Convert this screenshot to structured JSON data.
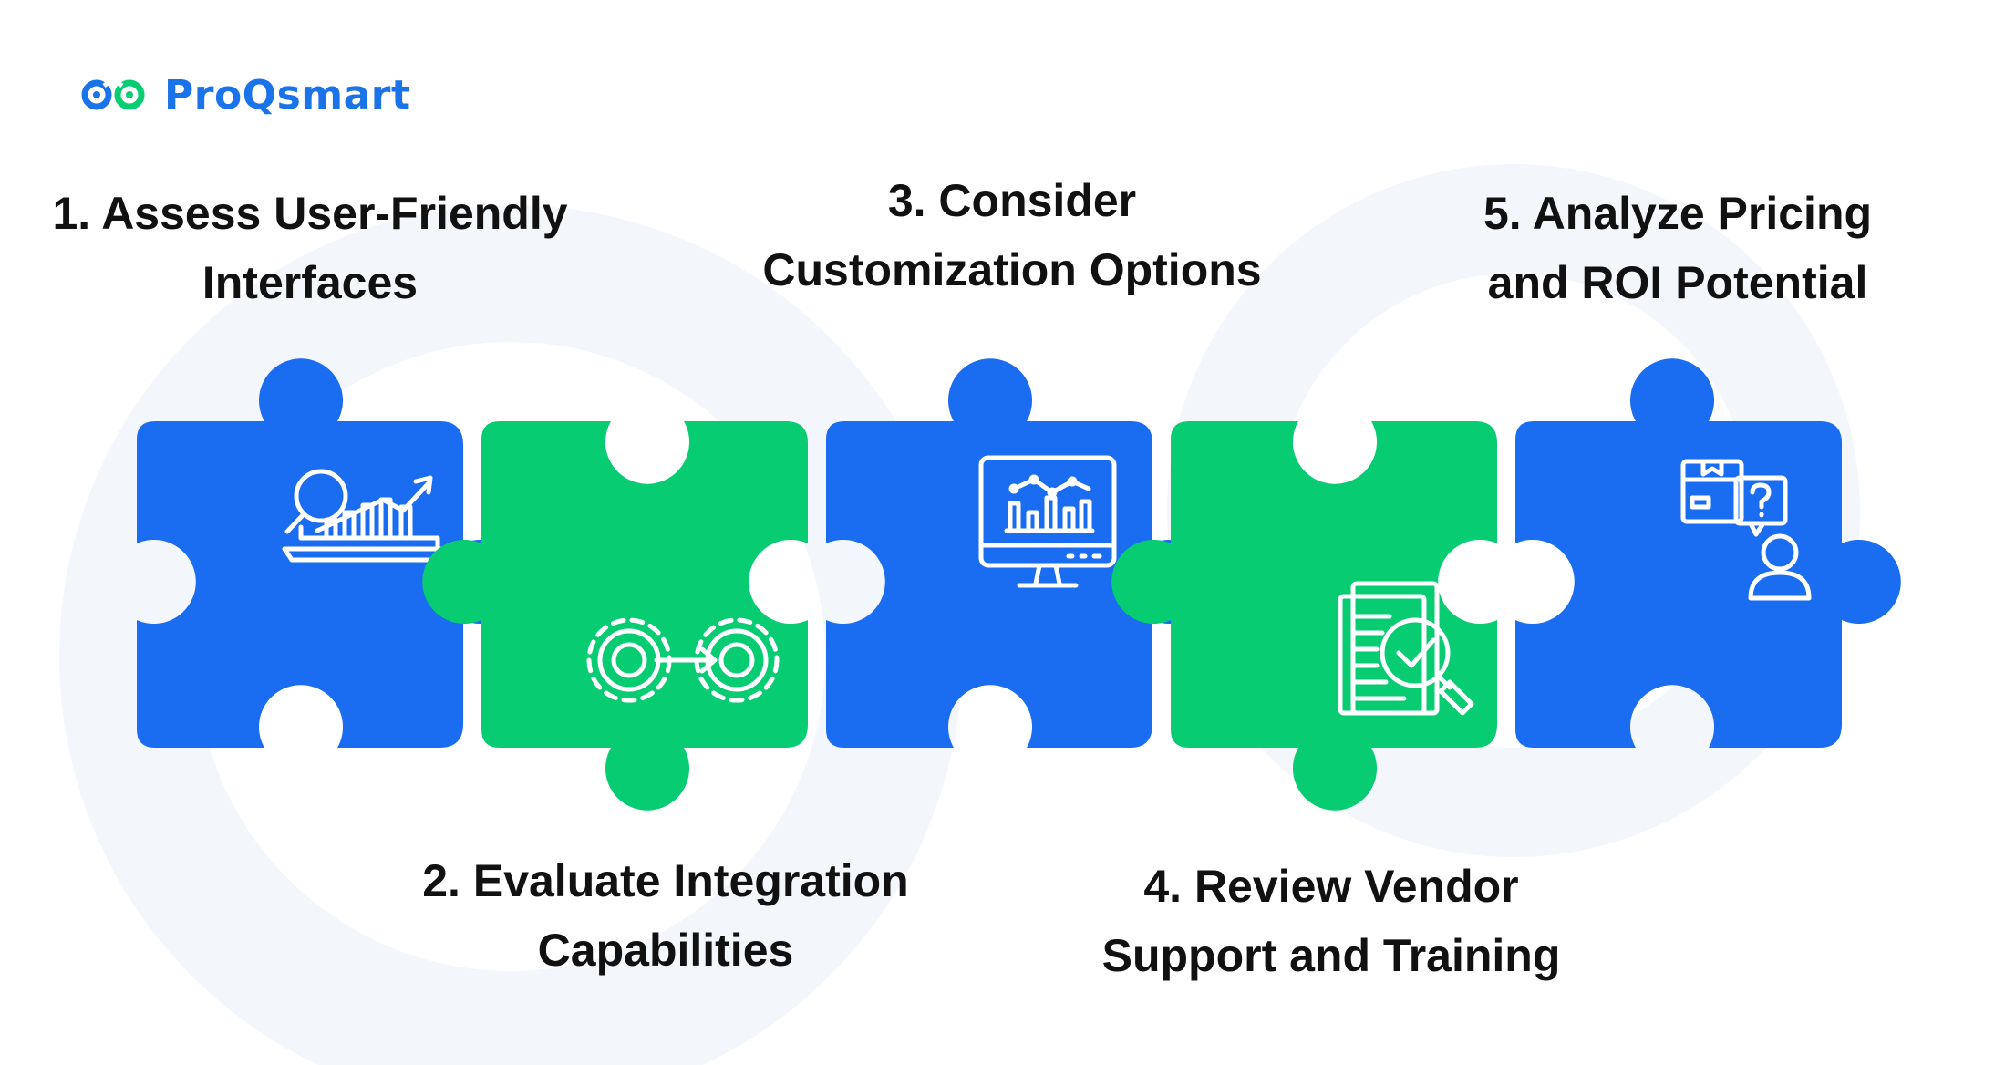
{
  "brand": {
    "name": "ProQsmart"
  },
  "colors": {
    "blue": "#1a6cf0",
    "green": "#08cc72",
    "text": "#111111",
    "watermark": "#f3f6fb"
  },
  "steps": [
    {
      "line1": "1. Assess User-Friendly",
      "line2": "Interfaces",
      "icon": "analytics-magnifier-icon",
      "color": "blue"
    },
    {
      "line1": "2. Evaluate Integration",
      "line2": "Capabilities",
      "icon": "gear-integration-icon",
      "color": "green"
    },
    {
      "line1": "3. Consider",
      "line2": "Customization Options",
      "icon": "monitor-dashboard-icon",
      "color": "blue"
    },
    {
      "line1": "4. Review Vendor",
      "line2": "Support and Training",
      "icon": "document-check-icon",
      "color": "green"
    },
    {
      "line1": "5. Analyze Pricing",
      "line2": "and ROI Potential",
      "icon": "package-question-icon",
      "color": "blue"
    }
  ]
}
